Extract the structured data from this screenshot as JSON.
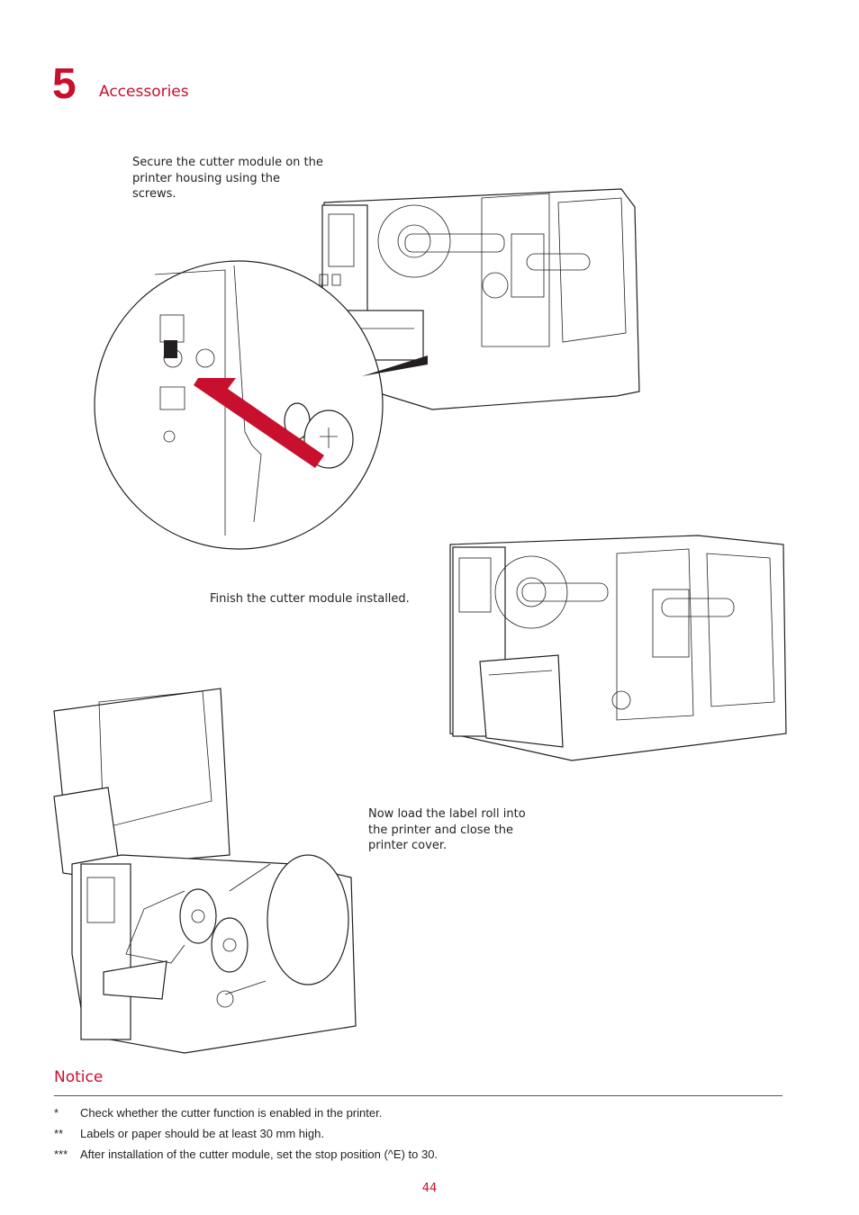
{
  "chapter": {
    "number": "5",
    "title": "Accessories"
  },
  "steps": [
    {
      "caption": "Secure the cutter module on the printer housing using the screws."
    },
    {
      "caption": "Finish the cutter module installed."
    },
    {
      "caption": "Now load the label roll into the printer and close the printer cover."
    }
  ],
  "notice": {
    "title": "Notice",
    "items": [
      {
        "mark": "*",
        "text": "Check whether the cutter function is enabled in the printer."
      },
      {
        "mark": "**",
        "text": "Labels or paper should be at least 30 mm high."
      },
      {
        "mark": "***",
        "text": "After installation of the cutter module, set the stop position (^E) to 30."
      }
    ]
  },
  "page": {
    "number": "44"
  },
  "colors": {
    "accent": "#c8102e",
    "text": "#231f20"
  }
}
